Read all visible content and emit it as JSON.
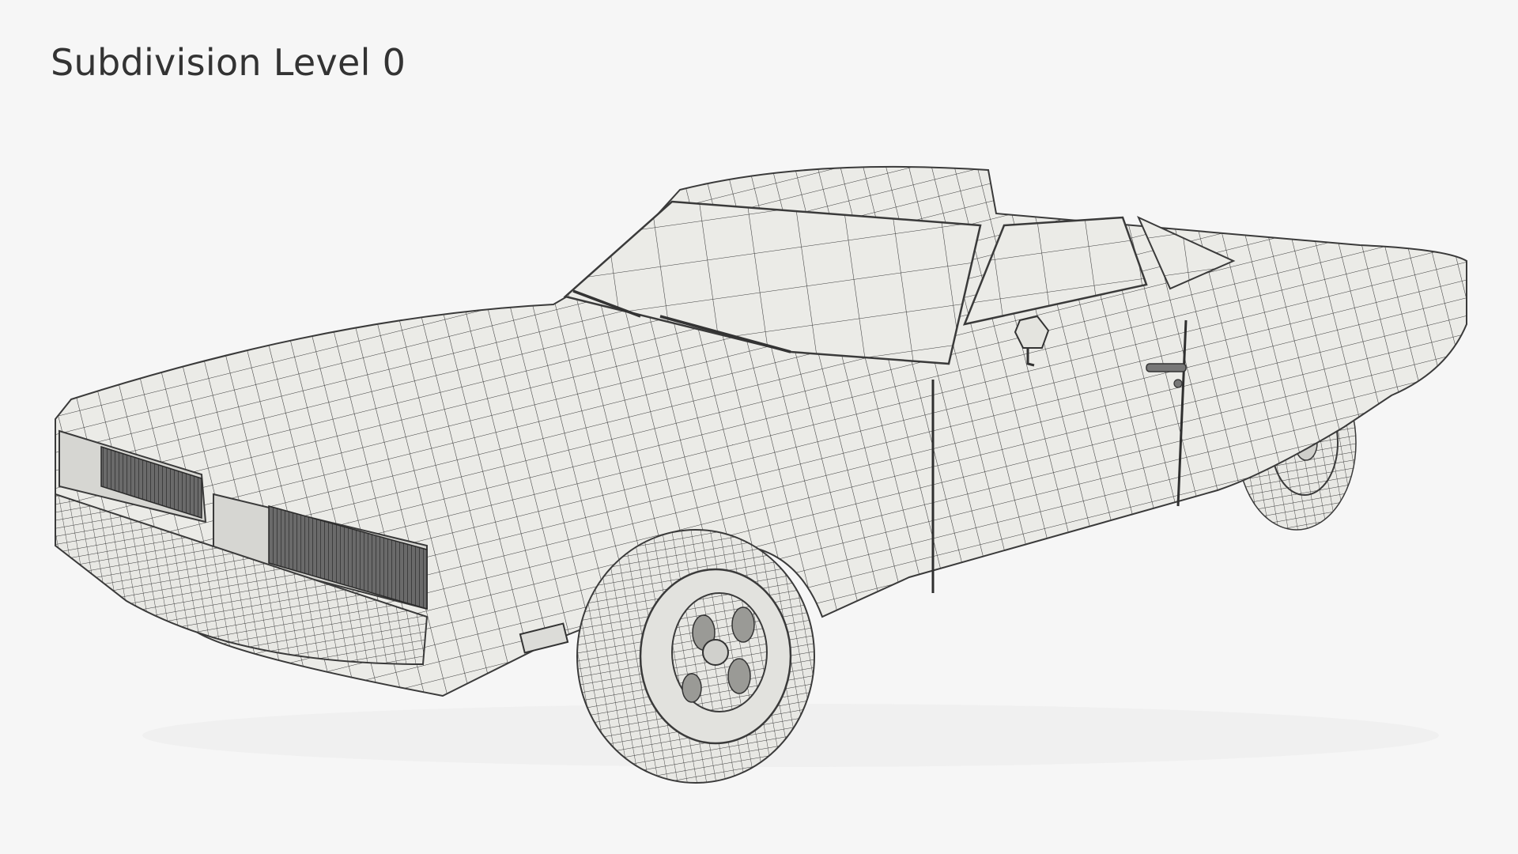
{
  "title": "Subdivision Level 0",
  "scene": {
    "subject": "classic muscle car wireframe render",
    "view": "front three-quarter",
    "colors": {
      "background": "#f6f6f6",
      "surface": "#ebebe7",
      "surface_shade": "#d9d9d4",
      "wire": "#3a3a3a",
      "text": "#333333",
      "dark_detail": "#555555"
    }
  }
}
